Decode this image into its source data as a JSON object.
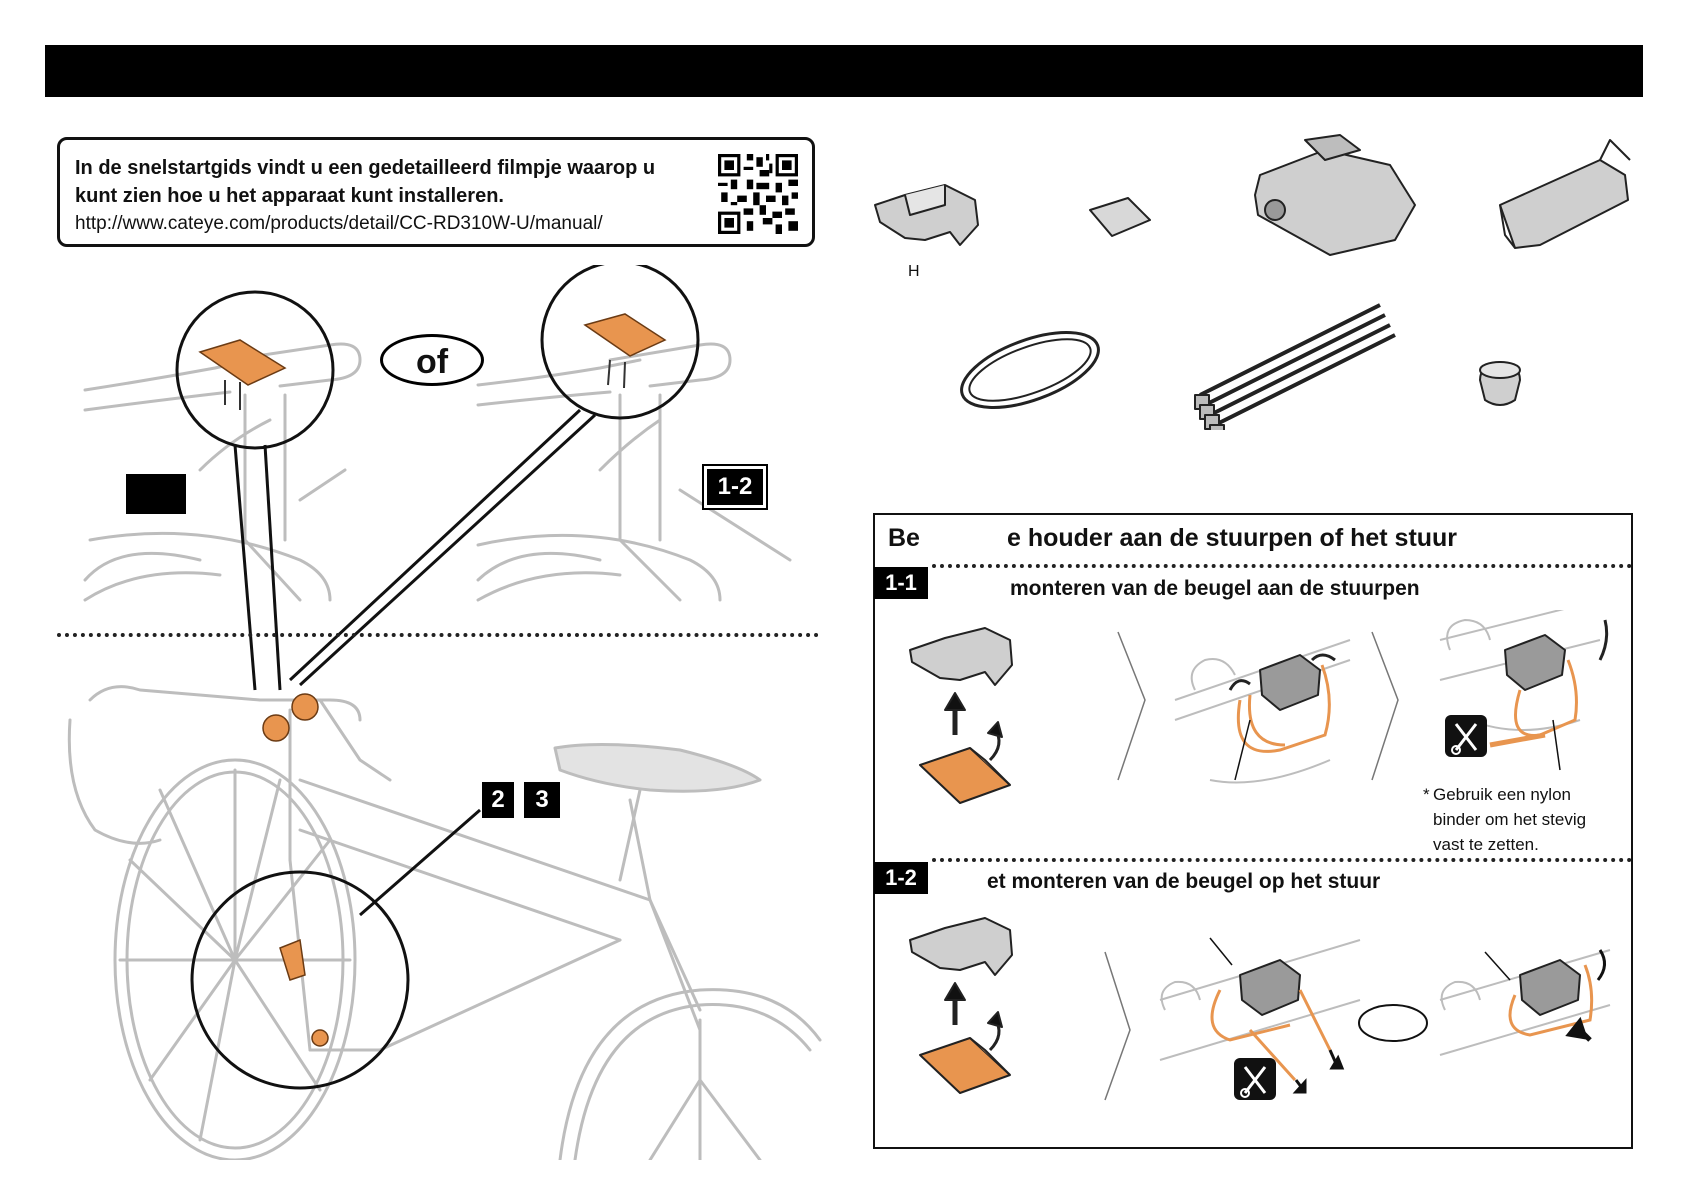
{
  "info": {
    "line1": "In de snelstartgids vindt u een gedetailleerd filmpje waarop u",
    "line2": "kunt zien hoe u het apparaat kunt installeren.",
    "url": "http://www.cateye.com/products/detail/CC-RD310W-U/manual/"
  },
  "overview": {
    "of_label": "of",
    "badge_1_2": "1-2",
    "badge_2": "2",
    "badge_3": "3"
  },
  "parts": {
    "bracket_label": "H"
  },
  "steps": {
    "title_left": "Be",
    "title_right": "e houder aan de stuurpen of het stuur",
    "step_1_1": {
      "badge": "1-1",
      "title": "monteren van de beugel aan de stuurpen",
      "note": [
        "Gebruik een nylon",
        "binder om het stevig",
        "vast te zetten."
      ],
      "note_mark": "*"
    },
    "step_1_2": {
      "badge": "1-2",
      "title": "et monteren van de beugel op het stuur"
    }
  },
  "colors": {
    "accent": "#e8954f",
    "line": "#bdbdbd",
    "dark": "#111111"
  }
}
